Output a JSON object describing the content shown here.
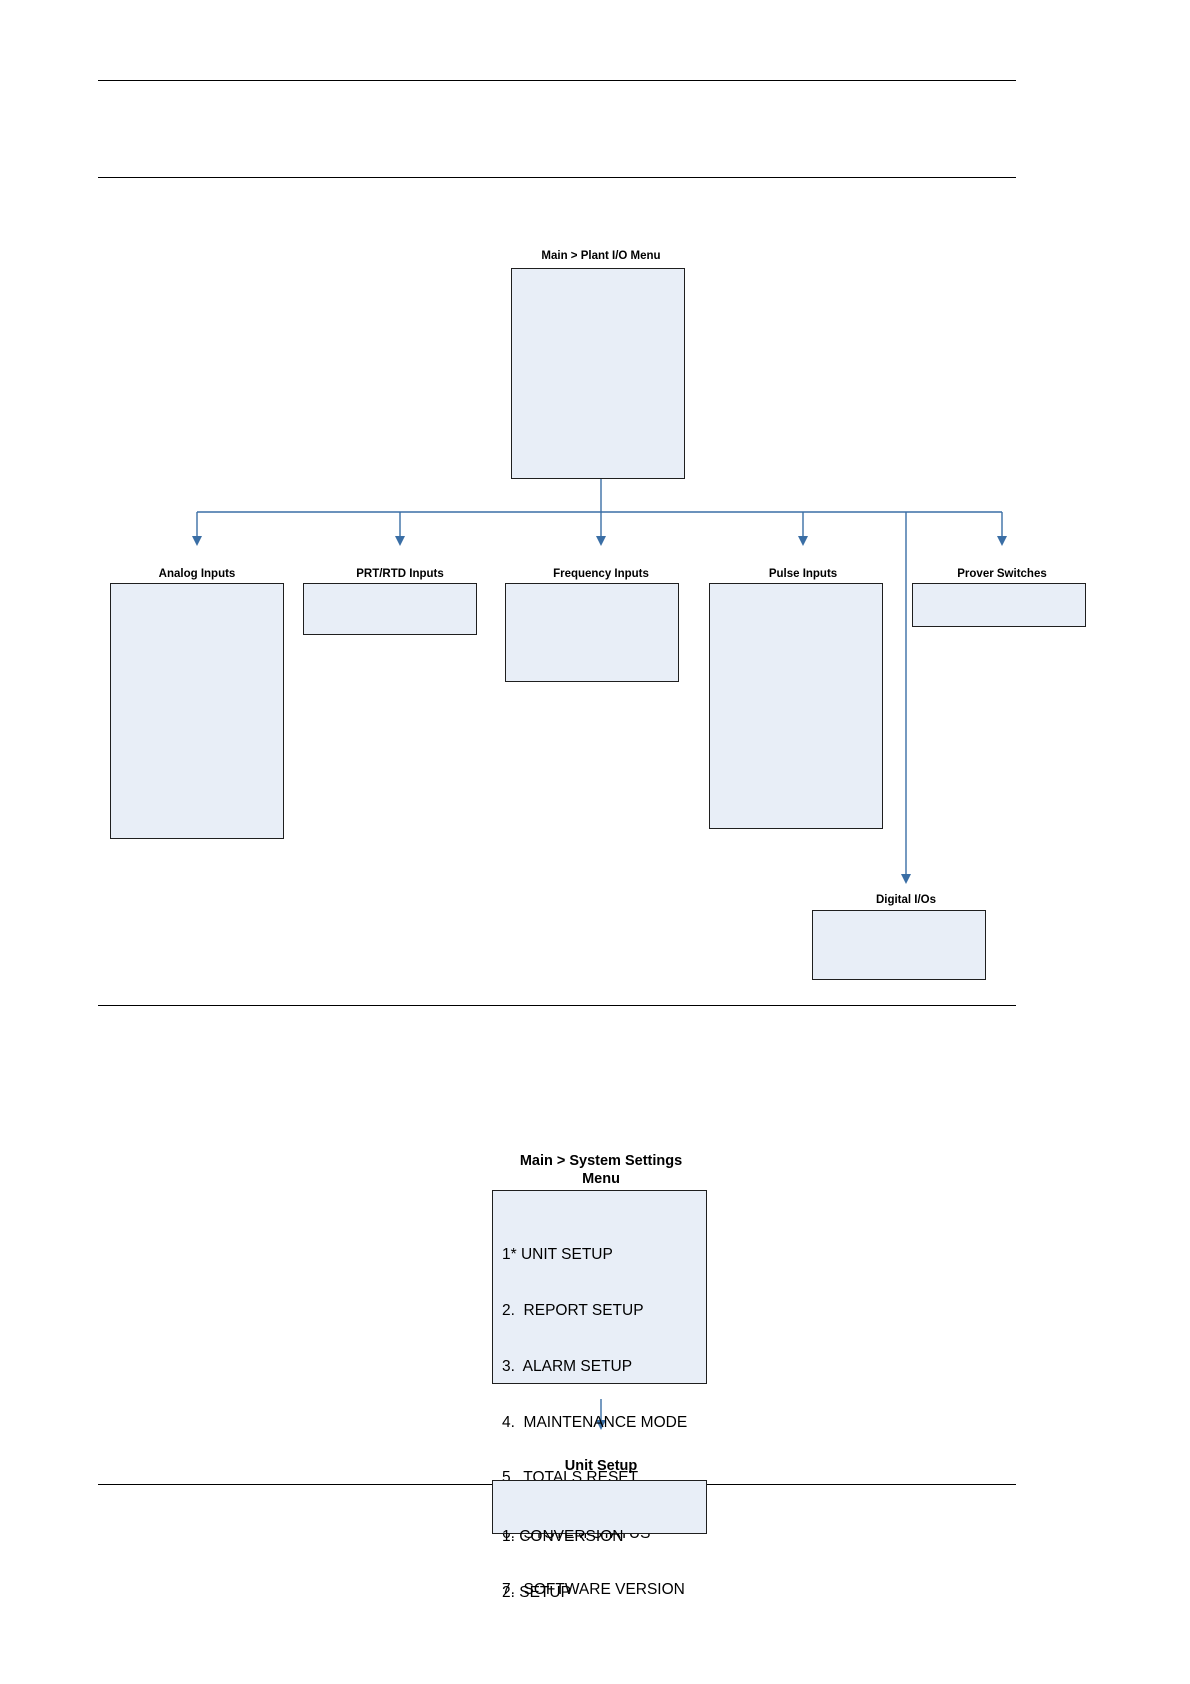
{
  "page": {
    "rules": [
      "top",
      "second",
      "middle",
      "bottom"
    ]
  },
  "diagram_plant_io": {
    "root": {
      "caption": "Main > Plant I/O Menu"
    },
    "children": [
      {
        "caption": "Analog Inputs"
      },
      {
        "caption": "PRT/RTD Inputs"
      },
      {
        "caption": "Frequency Inputs"
      },
      {
        "caption": "Pulse Inputs"
      },
      {
        "caption": "Prover Switches"
      },
      {
        "caption": "Digital I/Os"
      }
    ]
  },
  "diagram_system_settings": {
    "root": {
      "caption_line1": "Main > System Settings",
      "caption_line2": "Menu",
      "items": [
        "1* UNIT SETUP",
        "2.  REPORT SETUP",
        "3.  ALARM SETUP",
        "4.  MAINTENANCE MODE",
        "5.  TOTALS RESET",
        "6.  SYSTEM STATUS",
        "7.  SOFTWARE VERSION"
      ]
    },
    "child": {
      "caption": "Unit Setup",
      "items": [
        "1. CONVERSION",
        "2. SETUP"
      ]
    }
  },
  "colors": {
    "node_fill": "#e8eef7",
    "node_border": "#1f1f1f",
    "connector": "#3a6ea5"
  }
}
